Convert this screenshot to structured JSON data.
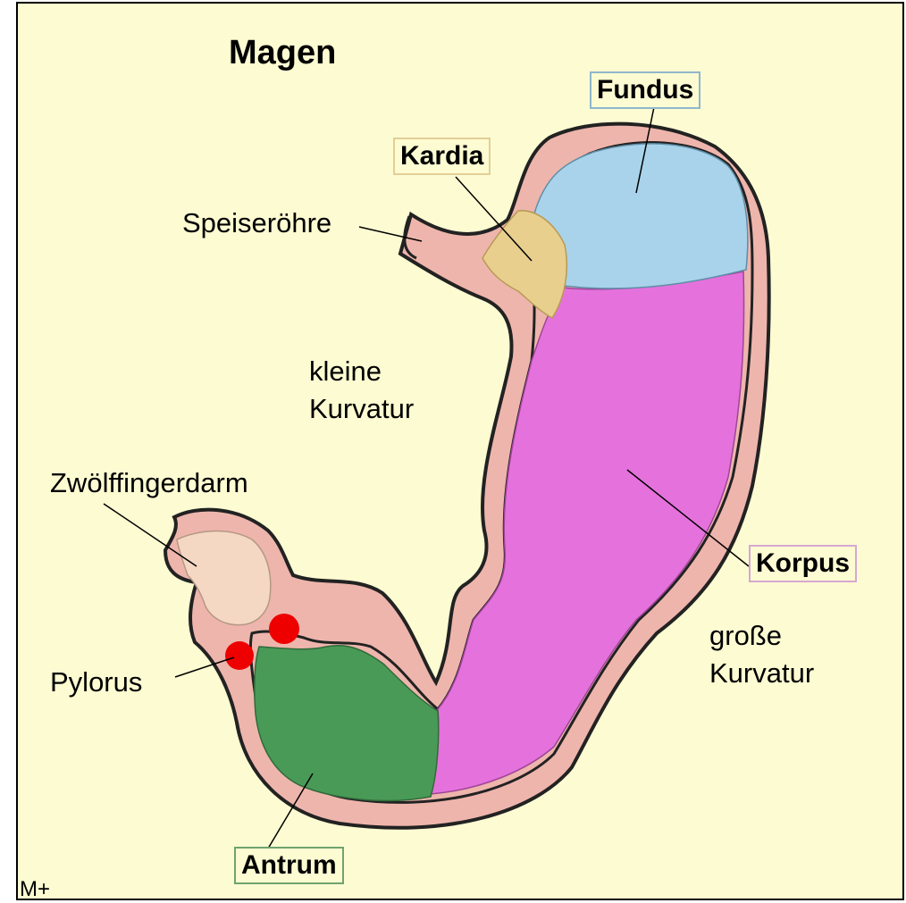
{
  "title": "Magen",
  "labels": {
    "fundus": "Fundus",
    "kardia": "Kardia",
    "speiseroehre": "Speiseröhre",
    "kleine_kurvatur": [
      "kleine",
      "Kurvatur"
    ],
    "zwoelffingerdarm": "Zwölffingerdarm",
    "pylorus": "Pylorus",
    "korpus": "Korpus",
    "grosse_kurvatur": [
      "große",
      "Kurvatur"
    ],
    "antrum": "Antrum"
  },
  "corner_tag": "M+",
  "colors": {
    "background": "#fdfbd2",
    "stomach_wall": "#eeb5ac",
    "fundus": "#a9d3ea",
    "kardia": "#e8cf8d",
    "korpus": "#e572dc",
    "antrum": "#4a9a57",
    "duodenum": "#f4d8c4",
    "pylorus": "#ee0000",
    "fundus_border": "#8fb7cc",
    "kardia_border": "#e2cf97",
    "korpus_border": "#d6a8d2",
    "antrum_border": "#6fa36f"
  }
}
